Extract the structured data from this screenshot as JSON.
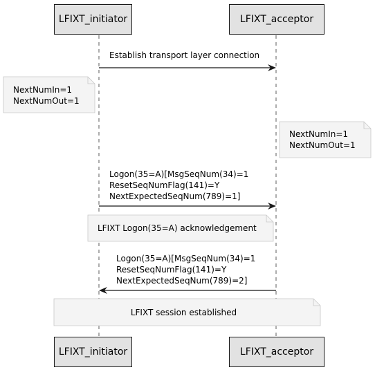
{
  "participants": {
    "initiator": "LFIXT_initiator",
    "acceptor": "LFIXT_acceptor"
  },
  "messages": [
    {
      "text": "Establish transport layer connection",
      "direction": "initiator-to-acceptor"
    },
    {
      "text": "Logon(35=A)[MsgSeqNum(34)=1\nResetSeqNumFlag(141)=Y\nNextExpectedSeqNum(789)=1]",
      "direction": "initiator-to-acceptor"
    },
    {
      "text": "Logon(35=A)[MsgSeqNum(34)=1\nResetSeqNumFlag(141)=Y\nNextExpectedSeqNum(789)=2]",
      "direction": "acceptor-to-initiator"
    }
  ],
  "notes": [
    {
      "text": "NextNumIn=1\nNextNumOut=1"
    },
    {
      "text": "NextNumIn=1\nNextNumOut=1"
    },
    {
      "text": "LFIXT Logon(35=A) acknowledgement"
    },
    {
      "text": "LFIXT session established"
    }
  ],
  "colors": {
    "participant_fill": "#e2e2e2",
    "border": "#181818",
    "note_fill": "#f4f4f4",
    "note_border": "#c8c8c8",
    "lifeline": "#181818"
  }
}
